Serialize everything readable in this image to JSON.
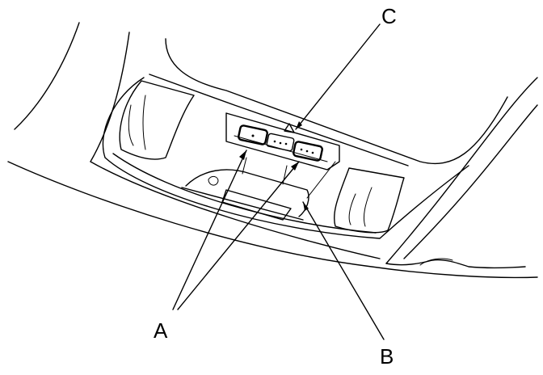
{
  "callouts": {
    "a": {
      "label": "A"
    },
    "b": {
      "label": "B"
    },
    "c": {
      "label": "C"
    }
  },
  "colors": {
    "line": "#000000",
    "background": "#ffffff"
  }
}
